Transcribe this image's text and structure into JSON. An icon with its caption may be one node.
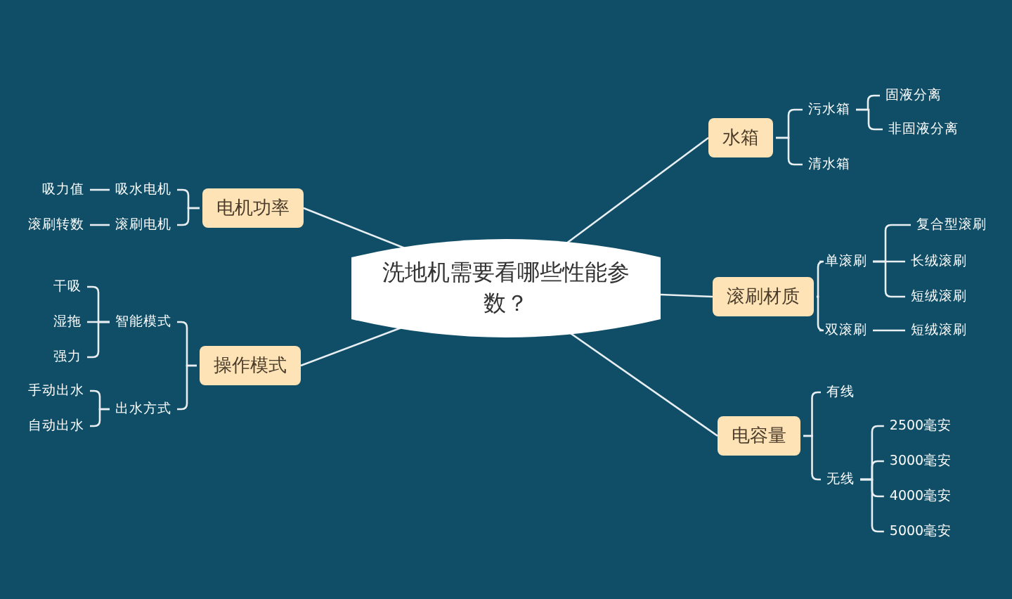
{
  "diagram": {
    "nodes": [
      {
        "text": [
          "洗地机需要看哪些性能参数？"
        ]
      },
      {
        "text": [
          "电机功率"
        ]
      },
      {
        "text": [
          "吸水电机"
        ]
      },
      {
        "text": [
          "吸力值"
        ]
      },
      {
        "text": [
          "滚刷电机"
        ]
      },
      {
        "text": [
          "滚刷转数"
        ]
      },
      {
        "text": [
          "操作模式"
        ]
      },
      {
        "text": [
          "智能模式"
        ]
      },
      {
        "text": [
          "干吸"
        ]
      },
      {
        "text": [
          "湿拖"
        ]
      },
      {
        "text": [
          "强力"
        ]
      },
      {
        "text": [
          "出水方式"
        ]
      },
      {
        "text": [
          "手动出水"
        ]
      },
      {
        "text": [
          "自动出水"
        ]
      },
      {
        "text": [
          "水箱"
        ]
      },
      {
        "text": [
          "污水箱"
        ]
      },
      {
        "text": [
          "固液分离"
        ]
      },
      {
        "text": [
          "非固液分离"
        ]
      },
      {
        "text": [
          "清水箱"
        ]
      },
      {
        "text": [
          "滚刷材质"
        ]
      },
      {
        "text": [
          "单滚刷"
        ]
      },
      {
        "text": [
          "复合型滚刷"
        ]
      },
      {
        "text": [
          "长绒滚刷"
        ]
      },
      {
        "text": [
          "短绒滚刷"
        ]
      },
      {
        "text": [
          "双滚刷"
        ]
      },
      {
        "text": [
          "短绒滚刷"
        ]
      },
      {
        "text": [
          "电容量"
        ]
      },
      {
        "text": [
          "有线"
        ]
      },
      {
        "text": [
          "无线"
        ]
      },
      {
        "text": [
          "2500毫安"
        ]
      },
      {
        "text": [
          "3000毫安"
        ]
      },
      {
        "text": [
          "4000毫安"
        ]
      },
      {
        "text": [
          "5000毫安"
        ]
      }
    ],
    "edges": [
      {
        "from": 0,
        "to": 1,
        "arrow": "none"
      },
      {
        "from": 1,
        "to": 2,
        "arrow": "none"
      },
      {
        "from": 2,
        "to": 3,
        "arrow": "none"
      },
      {
        "from": 1,
        "to": 4,
        "arrow": "none"
      },
      {
        "from": 4,
        "to": 5,
        "arrow": "none"
      },
      {
        "from": 0,
        "to": 6,
        "arrow": "none"
      },
      {
        "from": 6,
        "to": 7,
        "arrow": "none"
      },
      {
        "from": 7,
        "to": 8,
        "arrow": "none"
      },
      {
        "from": 7,
        "to": 9,
        "arrow": "none"
      },
      {
        "from": 7,
        "to": 10,
        "arrow": "none"
      },
      {
        "from": 6,
        "to": 11,
        "arrow": "none"
      },
      {
        "from": 11,
        "to": 12,
        "arrow": "none"
      },
      {
        "from": 11,
        "to": 13,
        "arrow": "none"
      },
      {
        "from": 0,
        "to": 14,
        "arrow": "none"
      },
      {
        "from": 14,
        "to": 15,
        "arrow": "none"
      },
      {
        "from": 15,
        "to": 16,
        "arrow": "none"
      },
      {
        "from": 15,
        "to": 17,
        "arrow": "none"
      },
      {
        "from": 14,
        "to": 18,
        "arrow": "none"
      },
      {
        "from": 0,
        "to": 19,
        "arrow": "none"
      },
      {
        "from": 19,
        "to": 20,
        "arrow": "none"
      },
      {
        "from": 20,
        "to": 21,
        "arrow": "none"
      },
      {
        "from": 20,
        "to": 22,
        "arrow": "none"
      },
      {
        "from": 20,
        "to": 23,
        "arrow": "none"
      },
      {
        "from": 19,
        "to": 24,
        "arrow": "none"
      },
      {
        "from": 24,
        "to": 25,
        "arrow": "none"
      },
      {
        "from": 0,
        "to": 26,
        "arrow": "none"
      },
      {
        "from": 26,
        "to": 27,
        "arrow": "none"
      },
      {
        "from": 26,
        "to": 28,
        "arrow": "none"
      },
      {
        "from": 28,
        "to": 29,
        "arrow": "none"
      },
      {
        "from": 28,
        "to": 30,
        "arrow": "none"
      },
      {
        "from": 28,
        "to": 31,
        "arrow": "none"
      },
      {
        "from": 28,
        "to": 32,
        "arrow": "none"
      }
    ]
  }
}
